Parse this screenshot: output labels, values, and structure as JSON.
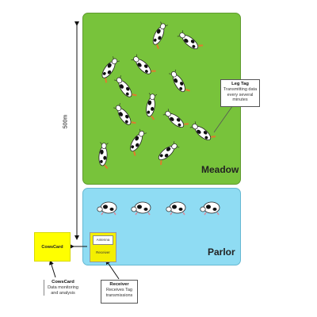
{
  "meadow": {
    "label": "Meadow"
  },
  "parlor": {
    "label": "Parlor"
  },
  "distance": {
    "label": "500m"
  },
  "leg_tag": {
    "title": "Leg Tag",
    "description": "Transmitting data every several minutes"
  },
  "receiver_device": {
    "antenna_label": "Antenna",
    "receiver_label": "Receiver"
  },
  "receiver_callout": {
    "title": "Receiver",
    "description": "Receives Tag transmissions"
  },
  "cowscard": {
    "box_label": "CowsCard",
    "caption_title": "CowsCard",
    "caption_description": "Data monitoring and analysis"
  },
  "colors": {
    "meadow": "#78c33b",
    "parlor": "#8fdcf3",
    "cowscard": "#ffff00",
    "receiver": "#f4ef00",
    "leg_tag": "#e07a2e"
  },
  "icons": {
    "cow": "cow-icon",
    "tag": "leg-tag-icon"
  }
}
